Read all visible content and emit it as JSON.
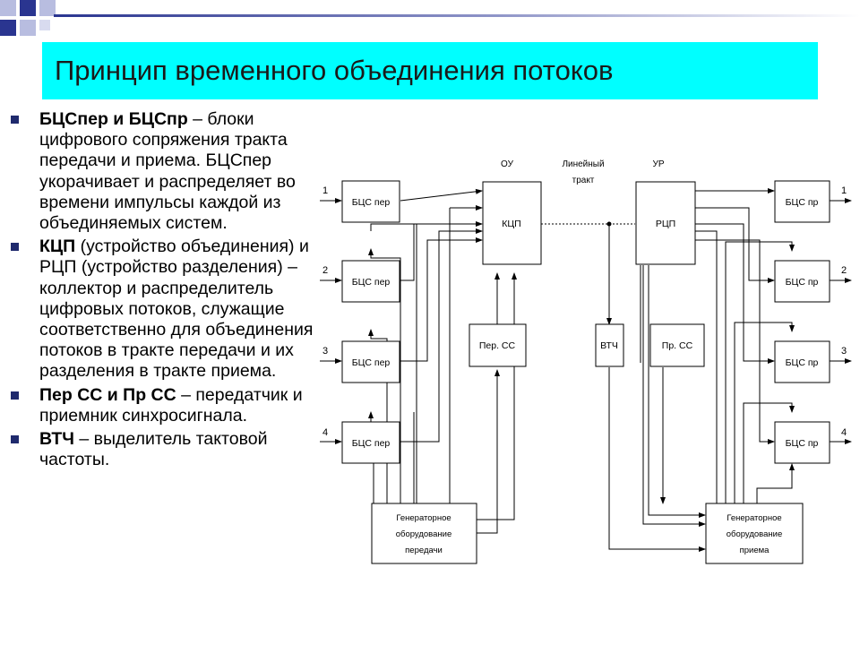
{
  "colors": {
    "title_bg": "#00ffff",
    "bullet": "#1f2a6d",
    "deco_dark": "#2a3590",
    "deco_light": "#b8bde0"
  },
  "title": "Принцип временного объединения потоков",
  "bullets": [
    {
      "term": "БЦСпер и БЦСпр",
      "text": " – блоки цифрового сопряжения тракта передачи и приема. БЦСпер укорачивает и распределяет во времени импульсы каждой из объединяемых систем."
    },
    {
      "term": "КЦП",
      "text": " (устройство объединения) и РЦП (устройство разделения) – коллектор и распределитель цифровых потоков, служащие соответственно для объединения потоков в тракте передачи и их разделения в тракте приема."
    },
    {
      "term": "Пер СС и Пр СС",
      "text": " – передатчик и приемник синхросигнала."
    },
    {
      "term": "ВТЧ",
      "text": " – выделитель тактовой частоты."
    }
  ],
  "diagram": {
    "labels": {
      "ou": "ОУ",
      "line_1": "Линейный",
      "line_2": "тракт",
      "ur": "УР"
    },
    "blocks": {
      "bcs_per": "БЦС пер",
      "bcs_pr": "БЦС пр",
      "kcp": "КЦП",
      "rcp": "РЦП",
      "per_ss": "Пер. СС",
      "vtch": "ВТЧ",
      "pr_ss": "Пр. СС"
    },
    "gen_tx": [
      "Генераторное",
      "оборудование",
      "передачи"
    ],
    "gen_rx": [
      "Генераторное",
      "оборудование",
      "приема"
    ],
    "channels": [
      "1",
      "2",
      "3",
      "4"
    ]
  }
}
